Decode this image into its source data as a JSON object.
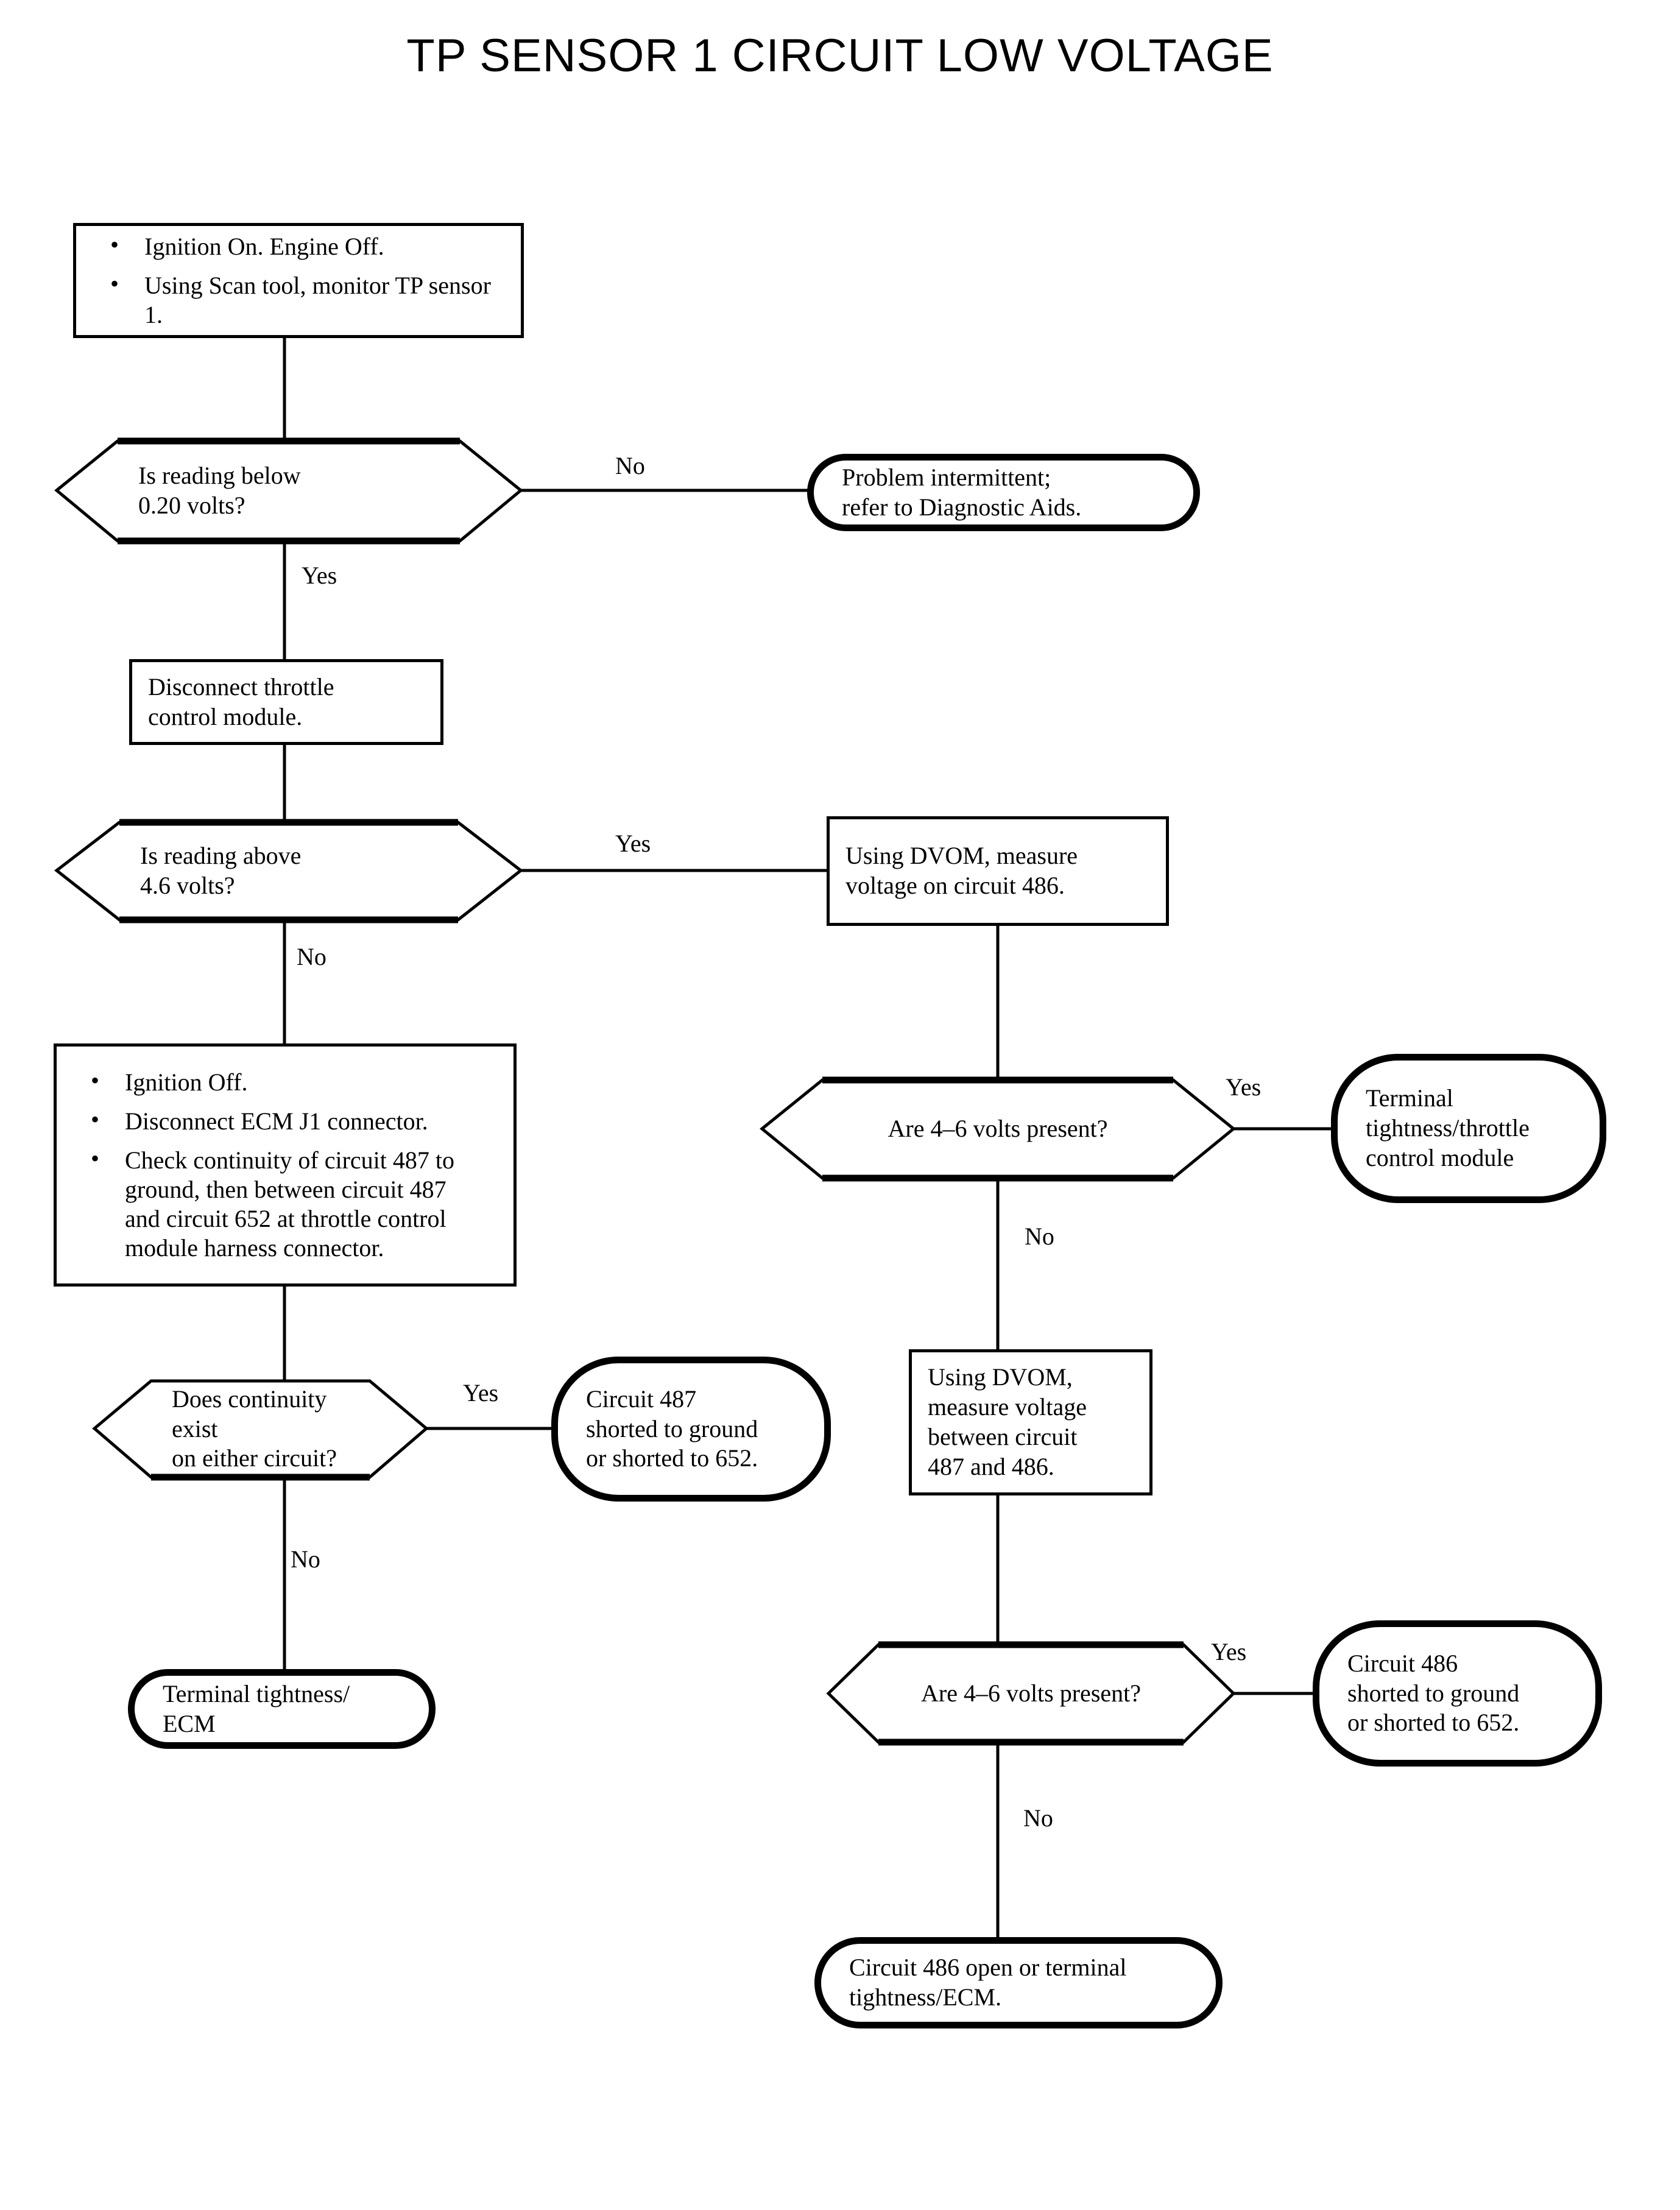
{
  "title": "TP SENSOR 1 CIRCUIT LOW VOLTAGE",
  "colors": {
    "ink": "#000000",
    "paper": "#ffffff"
  },
  "nodes": {
    "start_step": {
      "type": "process",
      "bullets": [
        "Ignition On. Engine Off.",
        "Using Scan tool, monitor TP sensor 1."
      ]
    },
    "decision_below_020": {
      "type": "decision",
      "line1": "Is reading below",
      "line2": "0.20 volts?"
    },
    "problem_intermittent": {
      "type": "terminator",
      "line1": "Problem intermittent;",
      "line2": "refer to Diagnostic Aids."
    },
    "disconnect_tcm": {
      "type": "process",
      "line1": "Disconnect throttle",
      "line2": "control module."
    },
    "decision_above_46": {
      "type": "decision",
      "line1": "Is reading above",
      "line2": "4.6 volts?"
    },
    "dvom_486": {
      "type": "process",
      "line1": "Using DVOM, measure",
      "line2": "voltage on circuit 486."
    },
    "ignition_off_steps": {
      "type": "process",
      "bullets": [
        "Ignition Off.",
        "Disconnect ECM J1 connector.",
        "Check continuity of circuit 487 to ground, then between circuit 487 and circuit 652 at throttle control module harness connector."
      ]
    },
    "decision_46_volts_a": {
      "type": "decision",
      "line1": "Are 4–6 volts present?"
    },
    "terminal_tightness_tcm": {
      "type": "terminator",
      "line1": "Terminal",
      "line2": "tightness/throttle",
      "line3": "control module"
    },
    "decision_continuity": {
      "type": "decision",
      "line1": "Does continuity exist",
      "line2": "on either circuit?"
    },
    "circuit_487_shorted": {
      "type": "terminator",
      "line1": "Circuit 487",
      "line2": "shorted to ground",
      "line3": "or shorted to 652."
    },
    "dvom_487_486": {
      "type": "process",
      "line1": "Using DVOM,",
      "line2": "measure voltage",
      "line3": "between circuit",
      "line4": "487 and 486."
    },
    "terminal_tightness_ecm": {
      "type": "terminator",
      "line1": "Terminal tightness/",
      "line2": "ECM"
    },
    "decision_46_volts_b": {
      "type": "decision",
      "line1": "Are 4–6 volts present?"
    },
    "circuit_486_shorted": {
      "type": "terminator",
      "line1": "Circuit 486",
      "line2": "shorted to ground",
      "line3": "or shorted to 652."
    },
    "circuit_486_open": {
      "type": "terminator",
      "line1": "Circuit 486 open or terminal",
      "line2": "tightness/ECM."
    }
  },
  "edge_labels": {
    "below020_no": "No",
    "below020_yes": "Yes",
    "above46_yes": "Yes",
    "above46_no": "No",
    "volts_a_yes": "Yes",
    "volts_a_no": "No",
    "continuity_yes": "Yes",
    "continuity_no": "No",
    "volts_b_yes": "Yes",
    "volts_b_no": "No"
  }
}
